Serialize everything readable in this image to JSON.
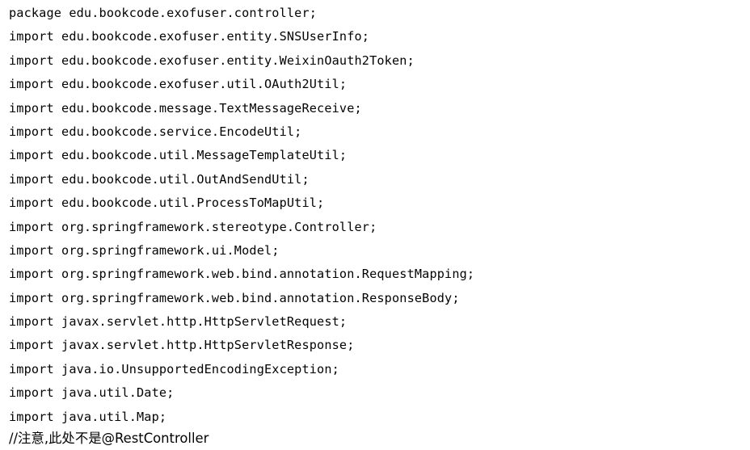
{
  "document": {
    "type": "java-source-code",
    "language": "Java",
    "background_color": "#ffffff",
    "text_color": "#030303",
    "lines": [
      {
        "id": "line-1",
        "kind": "package",
        "text": "package edu.bookcode.exofuser.controller;"
      },
      {
        "id": "line-2",
        "kind": "import",
        "text": "import edu.bookcode.exofuser.entity.SNSUserInfo;"
      },
      {
        "id": "line-3",
        "kind": "import",
        "text": "import edu.bookcode.exofuser.entity.WeixinOauth2Token;"
      },
      {
        "id": "line-4",
        "kind": "import",
        "text": "import edu.bookcode.exofuser.util.OAuth2Util;"
      },
      {
        "id": "line-5",
        "kind": "import",
        "text": "import edu.bookcode.message.TextMessageReceive;"
      },
      {
        "id": "line-6",
        "kind": "import",
        "text": "import edu.bookcode.service.EncodeUtil;"
      },
      {
        "id": "line-7",
        "kind": "import",
        "text": "import edu.bookcode.util.MessageTemplateUtil;"
      },
      {
        "id": "line-8",
        "kind": "import",
        "text": "import edu.bookcode.util.OutAndSendUtil;"
      },
      {
        "id": "line-9",
        "kind": "import",
        "text": "import edu.bookcode.util.ProcessToMapUtil;"
      },
      {
        "id": "line-10",
        "kind": "import",
        "text": "import org.springframework.stereotype.Controller;"
      },
      {
        "id": "line-11",
        "kind": "import",
        "text": "import org.springframework.ui.Model;"
      },
      {
        "id": "line-12",
        "kind": "import",
        "text": "import org.springframework.web.bind.annotation.RequestMapping;"
      },
      {
        "id": "line-13",
        "kind": "import",
        "text": "import org.springframework.web.bind.annotation.ResponseBody;"
      },
      {
        "id": "line-14",
        "kind": "import",
        "text": "import javax.servlet.http.HttpServletRequest;"
      },
      {
        "id": "line-15",
        "kind": "import",
        "text": "import javax.servlet.http.HttpServletResponse;"
      },
      {
        "id": "line-16",
        "kind": "import",
        "text": "import java.io.UnsupportedEncodingException;"
      },
      {
        "id": "line-17",
        "kind": "import",
        "text": "import java.util.Date;"
      },
      {
        "id": "line-18",
        "kind": "import",
        "text": "import java.util.Map;"
      },
      {
        "id": "line-19",
        "kind": "comment-cjk",
        "text": "//注意,此处不是@RestController"
      }
    ]
  }
}
